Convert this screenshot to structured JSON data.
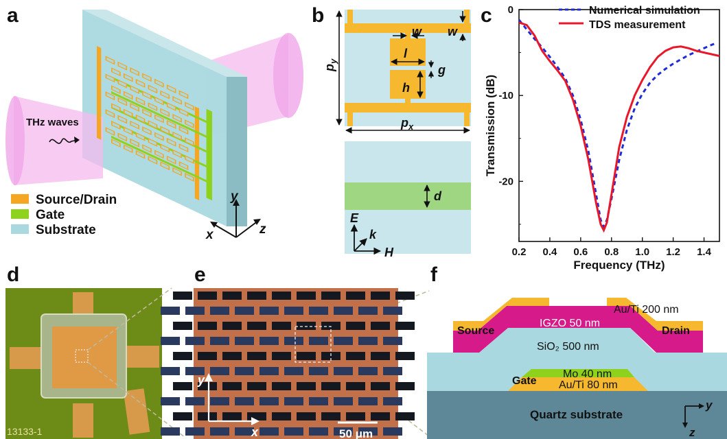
{
  "panels": {
    "a": "a",
    "b": "b",
    "c": "c",
    "d": "d",
    "e": "e",
    "f": "f"
  },
  "panel_a": {
    "beam_label": "THz waves",
    "legend": [
      {
        "label": "Source/Drain",
        "color": "#f5a623"
      },
      {
        "label": "Gate",
        "color": "#8fd21e"
      },
      {
        "label": "Substrate",
        "color": "#a9d9df"
      }
    ],
    "axes": {
      "y": "y",
      "x": "x",
      "z": "z"
    }
  },
  "panel_b": {
    "labels": {
      "w_top": "w",
      "w_right": "w",
      "l": "l",
      "g": "g",
      "h": "h",
      "py": "p",
      "py_sub": "y",
      "px": "p",
      "px_sub": "x",
      "d": "d",
      "E": "E",
      "k": "k",
      "H": "H"
    }
  },
  "chart_data": {
    "type": "line",
    "xlabel": "Frequency (THz)",
    "ylabel": "Transmission (dB)",
    "xlim": [
      0.2,
      1.5
    ],
    "ylim": [
      -27,
      0
    ],
    "xticks": [
      "0.2",
      "0.4",
      "0.6",
      "0.8",
      "1.0",
      "1.2",
      "1.4"
    ],
    "yticks": [
      "0",
      "-10",
      "-20"
    ],
    "legend_position": "top-right",
    "series": [
      {
        "name": "Numerical simulation",
        "style": "dashed",
        "color": "#1f2bd6",
        "x": [
          0.2,
          0.25,
          0.3,
          0.35,
          0.4,
          0.45,
          0.5,
          0.55,
          0.6,
          0.65,
          0.7,
          0.73,
          0.75,
          0.77,
          0.8,
          0.85,
          0.9,
          0.95,
          1.0,
          1.05,
          1.1,
          1.15,
          1.2,
          1.25,
          1.3,
          1.35,
          1.4,
          1.45,
          1.48
        ],
        "y": [
          -1.2,
          -2.3,
          -3.4,
          -4.4,
          -5.5,
          -6.7,
          -8.0,
          -10.0,
          -12.8,
          -16.5,
          -21.5,
          -24.5,
          -25.3,
          -24.5,
          -22.0,
          -17.5,
          -14.0,
          -11.5,
          -9.8,
          -8.5,
          -7.6,
          -6.9,
          -6.3,
          -5.8,
          -5.3,
          -4.9,
          -4.5,
          -4.1,
          -3.9
        ]
      },
      {
        "name": "TDS measurement",
        "style": "solid",
        "color": "#e8182a",
        "x": [
          0.2,
          0.25,
          0.3,
          0.35,
          0.4,
          0.45,
          0.5,
          0.55,
          0.6,
          0.65,
          0.7,
          0.73,
          0.75,
          0.77,
          0.8,
          0.85,
          0.9,
          0.95,
          1.0,
          1.05,
          1.1,
          1.15,
          1.2,
          1.25,
          1.3,
          1.35,
          1.4,
          1.45,
          1.5
        ],
        "y": [
          -1.5,
          -1.8,
          -3.0,
          -4.8,
          -6.0,
          -7.1,
          -8.3,
          -10.5,
          -13.5,
          -17.5,
          -22.5,
          -25.0,
          -25.7,
          -24.8,
          -21.5,
          -16.0,
          -12.5,
          -10.0,
          -8.2,
          -6.7,
          -5.5,
          -4.8,
          -4.4,
          -4.3,
          -4.5,
          -4.8,
          -5.0,
          -5.2,
          -5.4
        ]
      }
    ]
  },
  "panel_d": {
    "chip_id": "13133-1"
  },
  "panel_e": {
    "scale": "50 μm",
    "axis_x": "x",
    "axis_y": "y"
  },
  "panel_f": {
    "layers": {
      "au_top": "Au/Ti 200 nm",
      "igzo": "IGZO 50 nm",
      "sio2": "SiO₂ 500 nm",
      "mo": "Mo 40 nm",
      "au_gate": "Au/Ti 80 nm",
      "quartz": "Quartz substrate"
    },
    "source": "Source",
    "drain": "Drain",
    "gate": "Gate",
    "axis_y": "y",
    "axis_z": "z"
  }
}
